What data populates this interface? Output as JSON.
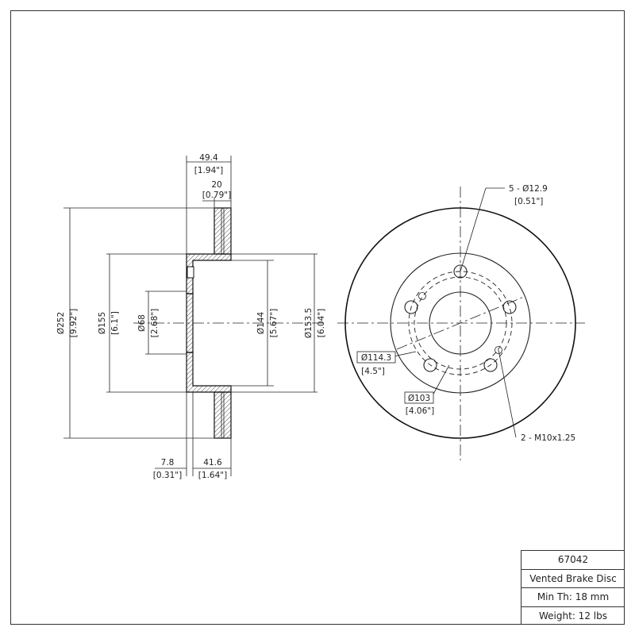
{
  "title_block": {
    "part_number": "67042",
    "description": "Vented Brake Disc",
    "min_thickness": "Min Th: 18 mm",
    "weight": "Weight: 12 lbs"
  },
  "section_view": {
    "overall_width": {
      "mm": "49.4",
      "in": "[1.94\"]"
    },
    "disc_thickness": {
      "mm": "20",
      "in": "[0.79\"]"
    },
    "outer_diameter": {
      "mm": "Ø252",
      "in": "[9.92\"]"
    },
    "hat_diameter": {
      "mm": "Ø155",
      "in": "[6.1\"]"
    },
    "center_bore": {
      "mm": "Ø68",
      "in": "[2.68\"]"
    },
    "inner_hat_diameter": {
      "mm": "Ø144",
      "in": "[5.67\"]"
    },
    "hat_outer_diameter": {
      "mm": "Ø153.5",
      "in": "[6.04\"]"
    },
    "flange_thickness": {
      "mm": "7.8",
      "in": "[0.31\"]"
    },
    "hat_height": {
      "mm": "41.6",
      "in": "[1.64\"]"
    }
  },
  "front_view": {
    "bolt_holes": {
      "mm": "5 - Ø12.9",
      "in": "[0.51\"]"
    },
    "bolt_circle": {
      "mm": "Ø114.3",
      "in": "[4.5\"]"
    },
    "pilot_circle": {
      "mm": "Ø103",
      "in": "[4.06\"]"
    },
    "threaded_holes": {
      "label": "2 - M10x1.25"
    }
  }
}
